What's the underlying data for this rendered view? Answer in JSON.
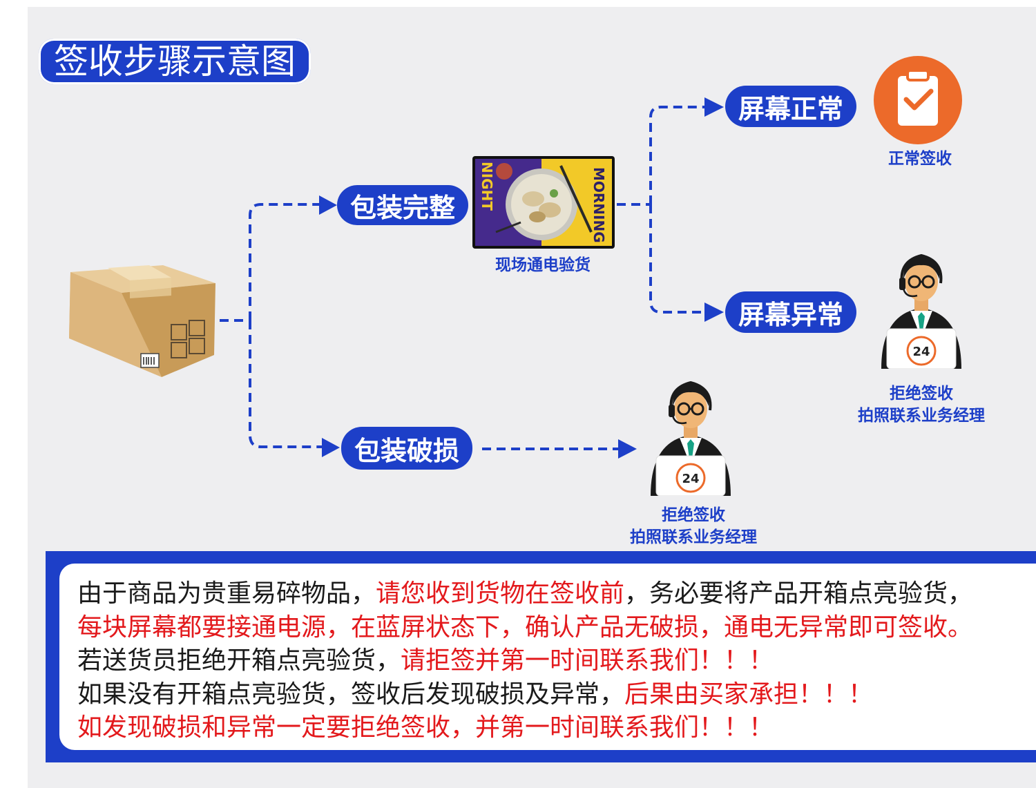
{
  "title": "签收步骤示意图",
  "nodes": {
    "package_intact": "包装完整",
    "package_damaged": "包装破损",
    "screen_normal": "屏幕正常",
    "screen_abnormal": "屏幕异常"
  },
  "captions": {
    "power_on_check": "现场通电验货",
    "normal_sign": "正常签收",
    "reject_line1": "拒绝签收",
    "reject_line2": "拍照联系业务经理"
  },
  "screen_image_text": {
    "left": "NIGHT",
    "right": "MORNING"
  },
  "support_badge": "24",
  "notice": [
    [
      {
        "text": "由于商品为贵重易碎物品，",
        "red": false
      },
      {
        "text": "请您收到货物在签收前",
        "red": true
      },
      {
        "text": "，务必要将产品开箱点亮验货，",
        "red": false
      }
    ],
    [
      {
        "text": "每块屏幕都要接通电源，在蓝屏状态下，确认产品无破损，通电无异常即可签收。",
        "red": true
      }
    ],
    [
      {
        "text": "若送货员拒绝开箱点亮验货，",
        "red": false
      },
      {
        "text": "请拒签并第一时间联系我们！！！",
        "red": true
      }
    ],
    [
      {
        "text": "如果没有开箱点亮验货，签收后发现破损及异常，",
        "red": false
      },
      {
        "text": "后果由买家承担！！！",
        "red": true
      }
    ],
    [
      {
        "text": "如发现破损和异常一定要拒绝签收，并第一时间联系我们！！！",
        "red": true
      }
    ]
  ],
  "colors": {
    "brand_blue": "#1d3fc8",
    "alert_red": "#e3191c",
    "check_orange": "#ec6a2a",
    "background": "#eeeef0"
  },
  "icons": [
    "cardboard-box-icon",
    "food-screen-icon",
    "clipboard-check-icon",
    "customer-service-agent-icon"
  ]
}
